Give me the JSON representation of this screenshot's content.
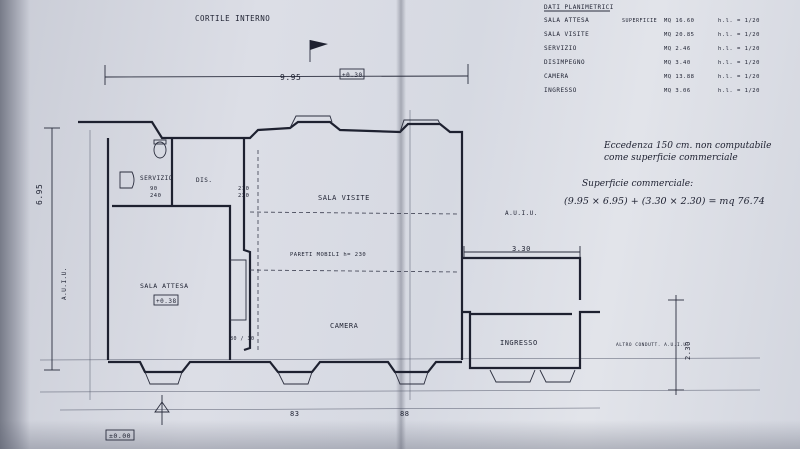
{
  "plan": {
    "courtyard_label": "CORTILE INTERNO",
    "top_dimension": "9.95",
    "top_offset": "+0.30",
    "left_dimension": "6.95",
    "left_depth_label": "A.U.I.U.",
    "right_unit_label": "A.U.I.U.",
    "rooms": {
      "servizio": "SERVIZIO",
      "dis": "DIS.",
      "sala_visite": "SALA VISITE",
      "sala_attesa": "SALA ATTESA",
      "camera": "CAMERA",
      "ingresso": "INGRESSO"
    },
    "servizio_dims": {
      "w": "90",
      "h": "240"
    },
    "dis_dims": {
      "w": "210",
      "h": "230"
    },
    "sala_attesa_level": "+0.38",
    "partition_note": "PARETI MOBILI h= 230",
    "ingresso_width": "3.30",
    "ingresso_height": "2.30",
    "pilaster_dims": "80 / 30",
    "other_property_label": "ALTRO CONDUTT. A.U.I.U.",
    "bottom_marks": [
      "83",
      "88"
    ],
    "ground_level": "±0.00"
  },
  "data_table": {
    "title": "DATI PLANIMETRICI",
    "header_surface": "SUPERFICIE",
    "rows": [
      {
        "name": "SALA ATTESA",
        "mq": "MQ 16.60",
        "hl": "h.l. = 1/20"
      },
      {
        "name": "SALA VISITE",
        "mq": "MQ 20.85",
        "hl": "h.l. = 1/20"
      },
      {
        "name": "SERVIZIO",
        "mq": "MQ 2.46",
        "hl": "h.l. = 1/20"
      },
      {
        "name": "DISIMPEGNO",
        "mq": "MQ 3.40",
        "hl": "h.l. = 1/20"
      },
      {
        "name": "CAMERA",
        "mq": "MQ 13.88",
        "hl": "h.l. = 1/20"
      },
      {
        "name": "INGRESSO",
        "mq": "MQ 3.06",
        "hl": "h.l. = 1/20"
      }
    ]
  },
  "notes": {
    "line1": "Eccedenza 150 cm. non computabile",
    "line2": "come superficie commerciale",
    "surface_title": "Superficie commerciale:",
    "formula": "(9.95 × 6.95) + (3.30 × 2.30) = mq 76.74"
  }
}
